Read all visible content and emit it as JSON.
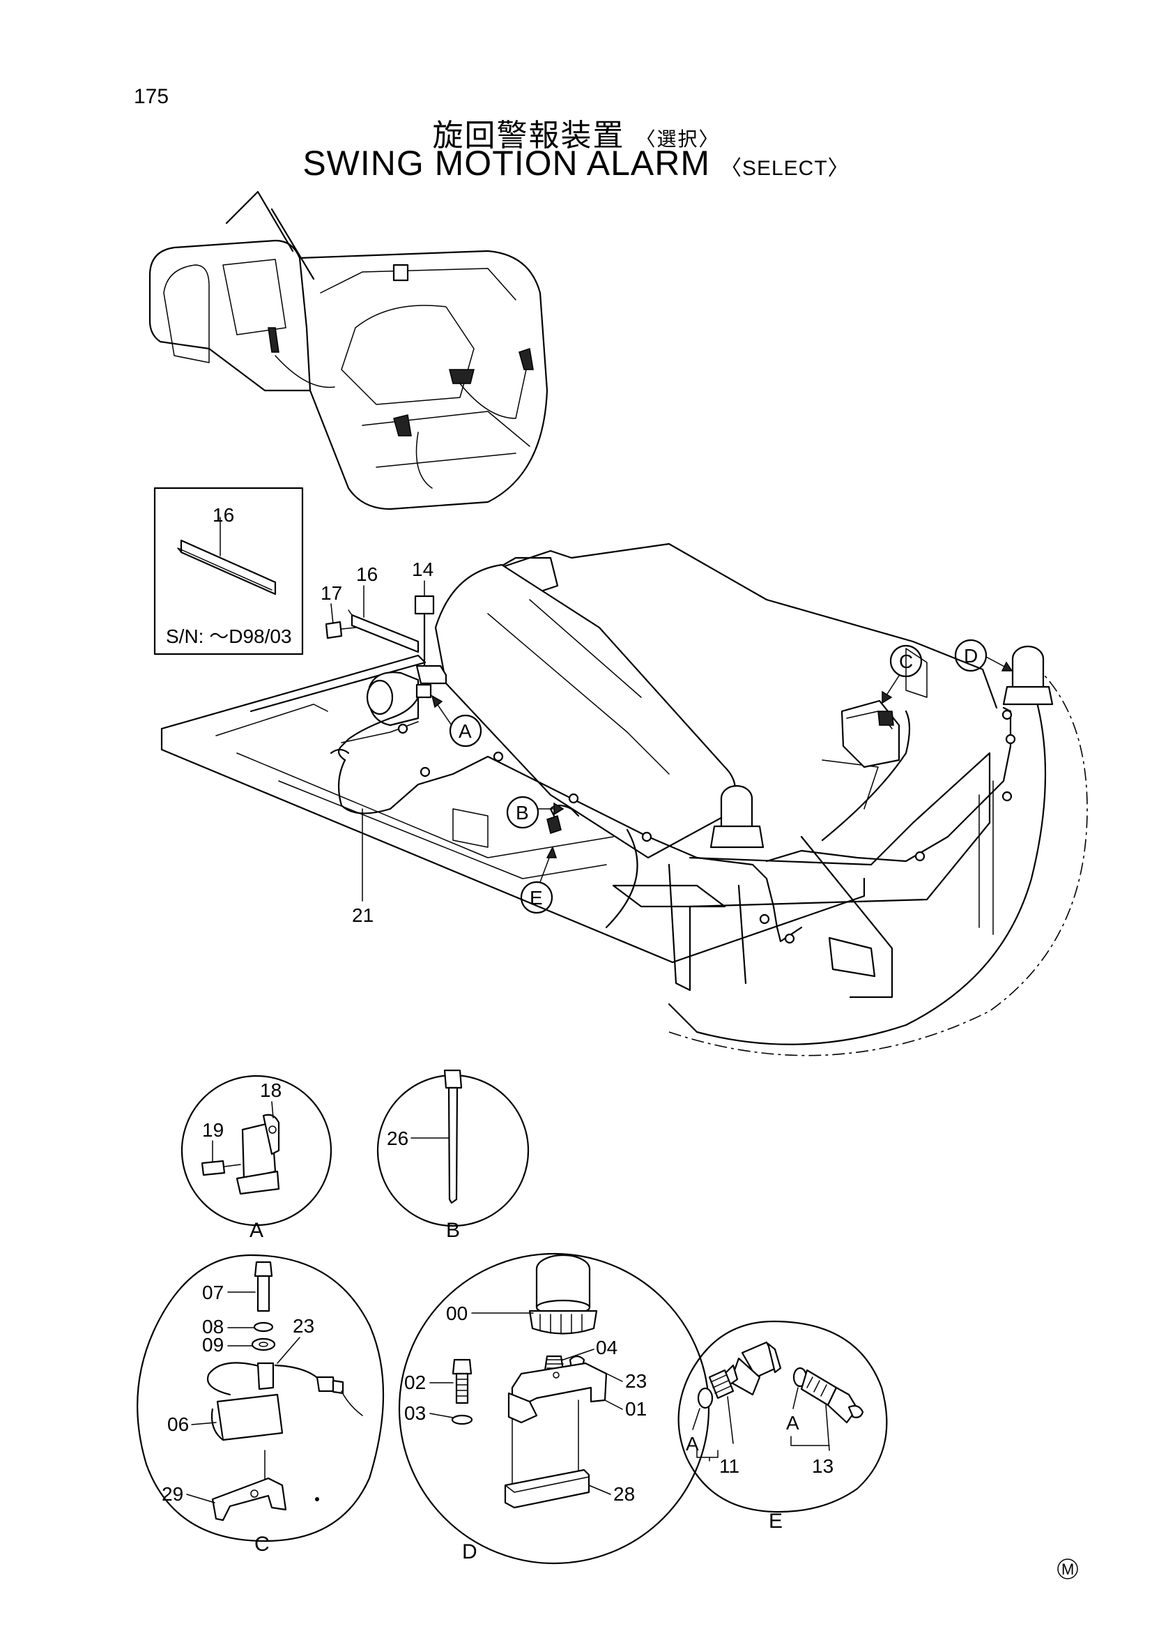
{
  "page_number": "175",
  "title_jp": "旋回警報装置",
  "title_jp_select": "〈選択〉",
  "title_en": "SWING MOTION ALARM",
  "title_en_select": "〈SELECT〉",
  "serial_note": "S/N: ～D98/03",
  "callouts": {
    "a": "A",
    "b": "B",
    "c": "C",
    "d": "D",
    "e": "E"
  },
  "parts": {
    "p16_inset": "16",
    "p16": "16",
    "p17": "17",
    "p14": "14",
    "p21": "21",
    "p18": "18",
    "p19": "19",
    "p26": "26",
    "p07": "07",
    "p08": "08",
    "p09": "09",
    "p23c": "23",
    "p06": "06",
    "p29": "29",
    "p00": "00",
    "p04": "04",
    "p02": "02",
    "p23d": "23",
    "p03": "03",
    "p01": "01",
    "p28": "28",
    "p11": "11",
    "p13": "13",
    "pA1": "A",
    "pA2": "A"
  },
  "detail_labels": {
    "a": "A",
    "b": "B",
    "c": "C",
    "d": "D",
    "e": "E"
  },
  "mark": "M"
}
